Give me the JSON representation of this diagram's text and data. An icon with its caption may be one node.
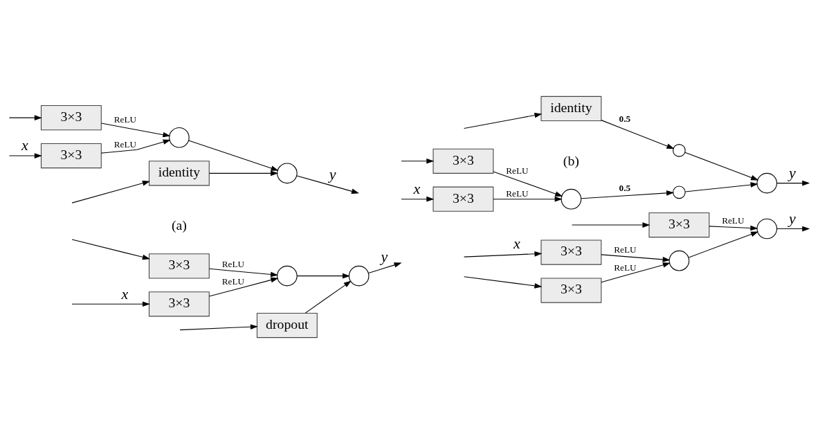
{
  "diagram": {
    "nodes": [
      {
        "text": [
          "3×3"
        ]
      },
      {
        "text": [],
        "shape": "circle"
      },
      {
        "text": [
          "3×3"
        ]
      },
      {
        "text": [],
        "shape": "circle"
      },
      {
        "text": [
          "identity"
        ]
      },
      {
        "text": [
          "3×3"
        ]
      },
      {
        "text": [],
        "shape": "circle"
      },
      {
        "text": [],
        "shape": "circle"
      },
      {
        "text": [
          "3×3"
        ]
      },
      {
        "text": [],
        "shape": "circle"
      },
      {
        "text": [
          "identity"
        ]
      },
      {
        "text": [],
        "shape": "circle"
      },
      {
        "text": [
          "3×3"
        ]
      },
      {
        "text": [],
        "shape": "circle"
      },
      {
        "text": [
          "3×3"
        ]
      },
      {
        "text": [],
        "shape": "circle"
      },
      {
        "text": [
          "dropout"
        ]
      },
      {
        "text": [
          "3×3"
        ]
      },
      {
        "text": [],
        "shape": "circle"
      },
      {
        "text": [
          "3×3"
        ]
      },
      {
        "text": [],
        "shape": "circle"
      },
      {
        "text": [
          "3×3"
        ]
      }
    ],
    "edges": [
      {
        "from": null,
        "to": 0,
        "arrow": "to"
      },
      {
        "from": null,
        "to": 2,
        "arrow": "to",
        "label": "x"
      },
      {
        "from": null,
        "to": 4,
        "arrow": "to"
      },
      {
        "from": 0,
        "to": 1,
        "arrow": "to",
        "label": "ReLU"
      },
      {
        "from": 2,
        "to": 1,
        "arrow": "to",
        "label": "ReLU"
      },
      {
        "from": 1,
        "to": 3,
        "arrow": "to"
      },
      {
        "from": 4,
        "to": 3,
        "arrow": "to"
      },
      {
        "from": 3,
        "to": null,
        "arrow": "to",
        "label": "y"
      },
      {
        "from": null,
        "to": 5,
        "arrow": "to"
      },
      {
        "from": null,
        "to": 8,
        "arrow": "to",
        "label": "x"
      },
      {
        "from": null,
        "to": 10,
        "arrow": "to"
      },
      {
        "from": 5,
        "to": 6,
        "arrow": "to",
        "label": "ReLU"
      },
      {
        "from": 8,
        "to": 6,
        "arrow": "to",
        "label": "ReLU"
      },
      {
        "from": 6,
        "to": 7,
        "arrow": "to",
        "label": "0.5"
      },
      {
        "from": 7,
        "to": 9,
        "arrow": "to"
      },
      {
        "from": 10,
        "to": 11,
        "arrow": "to",
        "label": "0.5"
      },
      {
        "from": 11,
        "to": 9,
        "arrow": "to"
      },
      {
        "from": 9,
        "to": null,
        "arrow": "to",
        "label": "y"
      },
      {
        "from": null,
        "to": 12,
        "arrow": "to"
      },
      {
        "from": null,
        "to": 14,
        "arrow": "to",
        "label": "x"
      },
      {
        "from": null,
        "to": 16,
        "arrow": "to"
      },
      {
        "from": 12,
        "to": 13,
        "arrow": "to",
        "label": "ReLU"
      },
      {
        "from": 14,
        "to": 13,
        "arrow": "to",
        "label": "ReLU"
      },
      {
        "from": 13,
        "to": 15,
        "arrow": "to"
      },
      {
        "from": 16,
        "to": 15,
        "arrow": "to"
      },
      {
        "from": 15,
        "to": null,
        "arrow": "to",
        "label": "y"
      },
      {
        "from": null,
        "to": 17,
        "arrow": "to"
      },
      {
        "from": null,
        "to": 19,
        "arrow": "to",
        "label": "x"
      },
      {
        "from": null,
        "to": 21,
        "arrow": "to"
      },
      {
        "from": 17,
        "to": 18,
        "arrow": "to",
        "label": "ReLU"
      },
      {
        "from": 19,
        "to": 18,
        "arrow": "to",
        "label": "ReLU"
      },
      {
        "from": 18,
        "to": 20,
        "arrow": "to"
      },
      {
        "from": 21,
        "to": 20,
        "arrow": "to",
        "label": "ReLU"
      },
      {
        "from": 20,
        "to": null,
        "arrow": "to",
        "label": "y"
      }
    ],
    "labels": [
      "(a)",
      "(b)"
    ]
  }
}
